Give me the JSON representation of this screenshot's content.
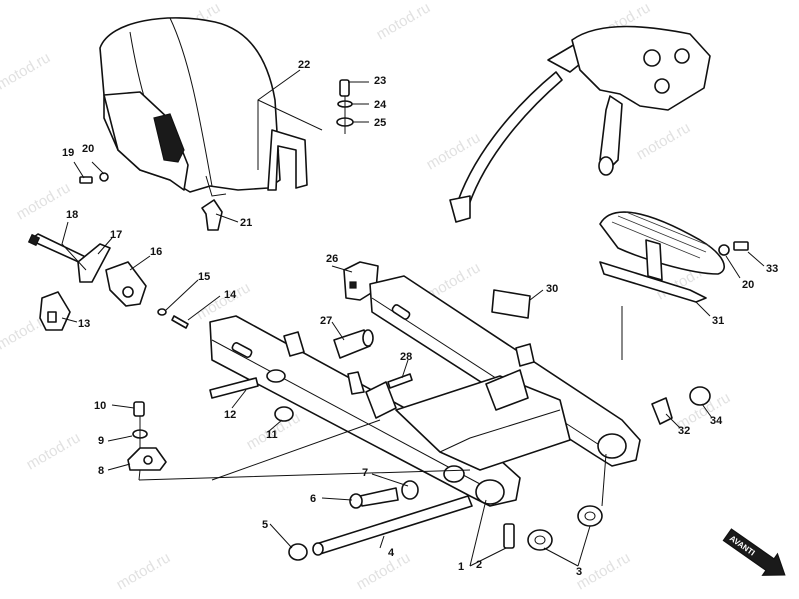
{
  "watermark": "motod.ru",
  "direction_label": "AVANTI",
  "callouts": {
    "c1": "1",
    "c2": "2",
    "c3": "3",
    "c4": "4",
    "c5": "5",
    "c6": "6",
    "c7": "7",
    "c8": "8",
    "c9": "9",
    "c10": "10",
    "c11": "11",
    "c12": "12",
    "c13": "13",
    "c14": "14",
    "c15": "15",
    "c16": "16",
    "c17": "17",
    "c18": "18",
    "c19": "19",
    "c20a": "20",
    "c20b": "20",
    "c21": "21",
    "c22": "22",
    "c23": "23",
    "c24": "24",
    "c25": "25",
    "c26": "26",
    "c27": "27",
    "c28": "28",
    "c30": "30",
    "c31": "31",
    "c32": "32",
    "c33": "33",
    "c34": "34"
  }
}
